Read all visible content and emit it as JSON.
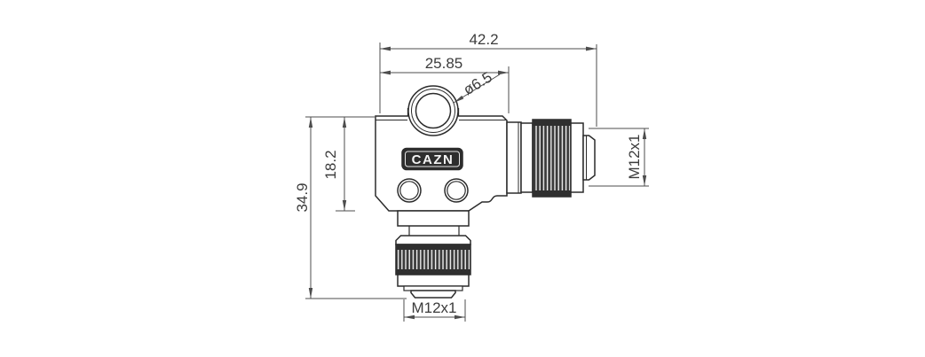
{
  "drawing": {
    "logo_text": "CAZN",
    "dims": {
      "overall_width": "42.2",
      "inner_width": "25.85",
      "hole_dia": "ø6.5",
      "body_height": "18.2",
      "overall_height": "34.9",
      "side_thread": "M12x1",
      "bottom_thread": "M12x1"
    },
    "colors": {
      "outline": "#2b2b2b",
      "dimension_line": "#4d4d4d",
      "knurl_dark": "#2f2f2f",
      "background": "#ffffff"
    }
  }
}
